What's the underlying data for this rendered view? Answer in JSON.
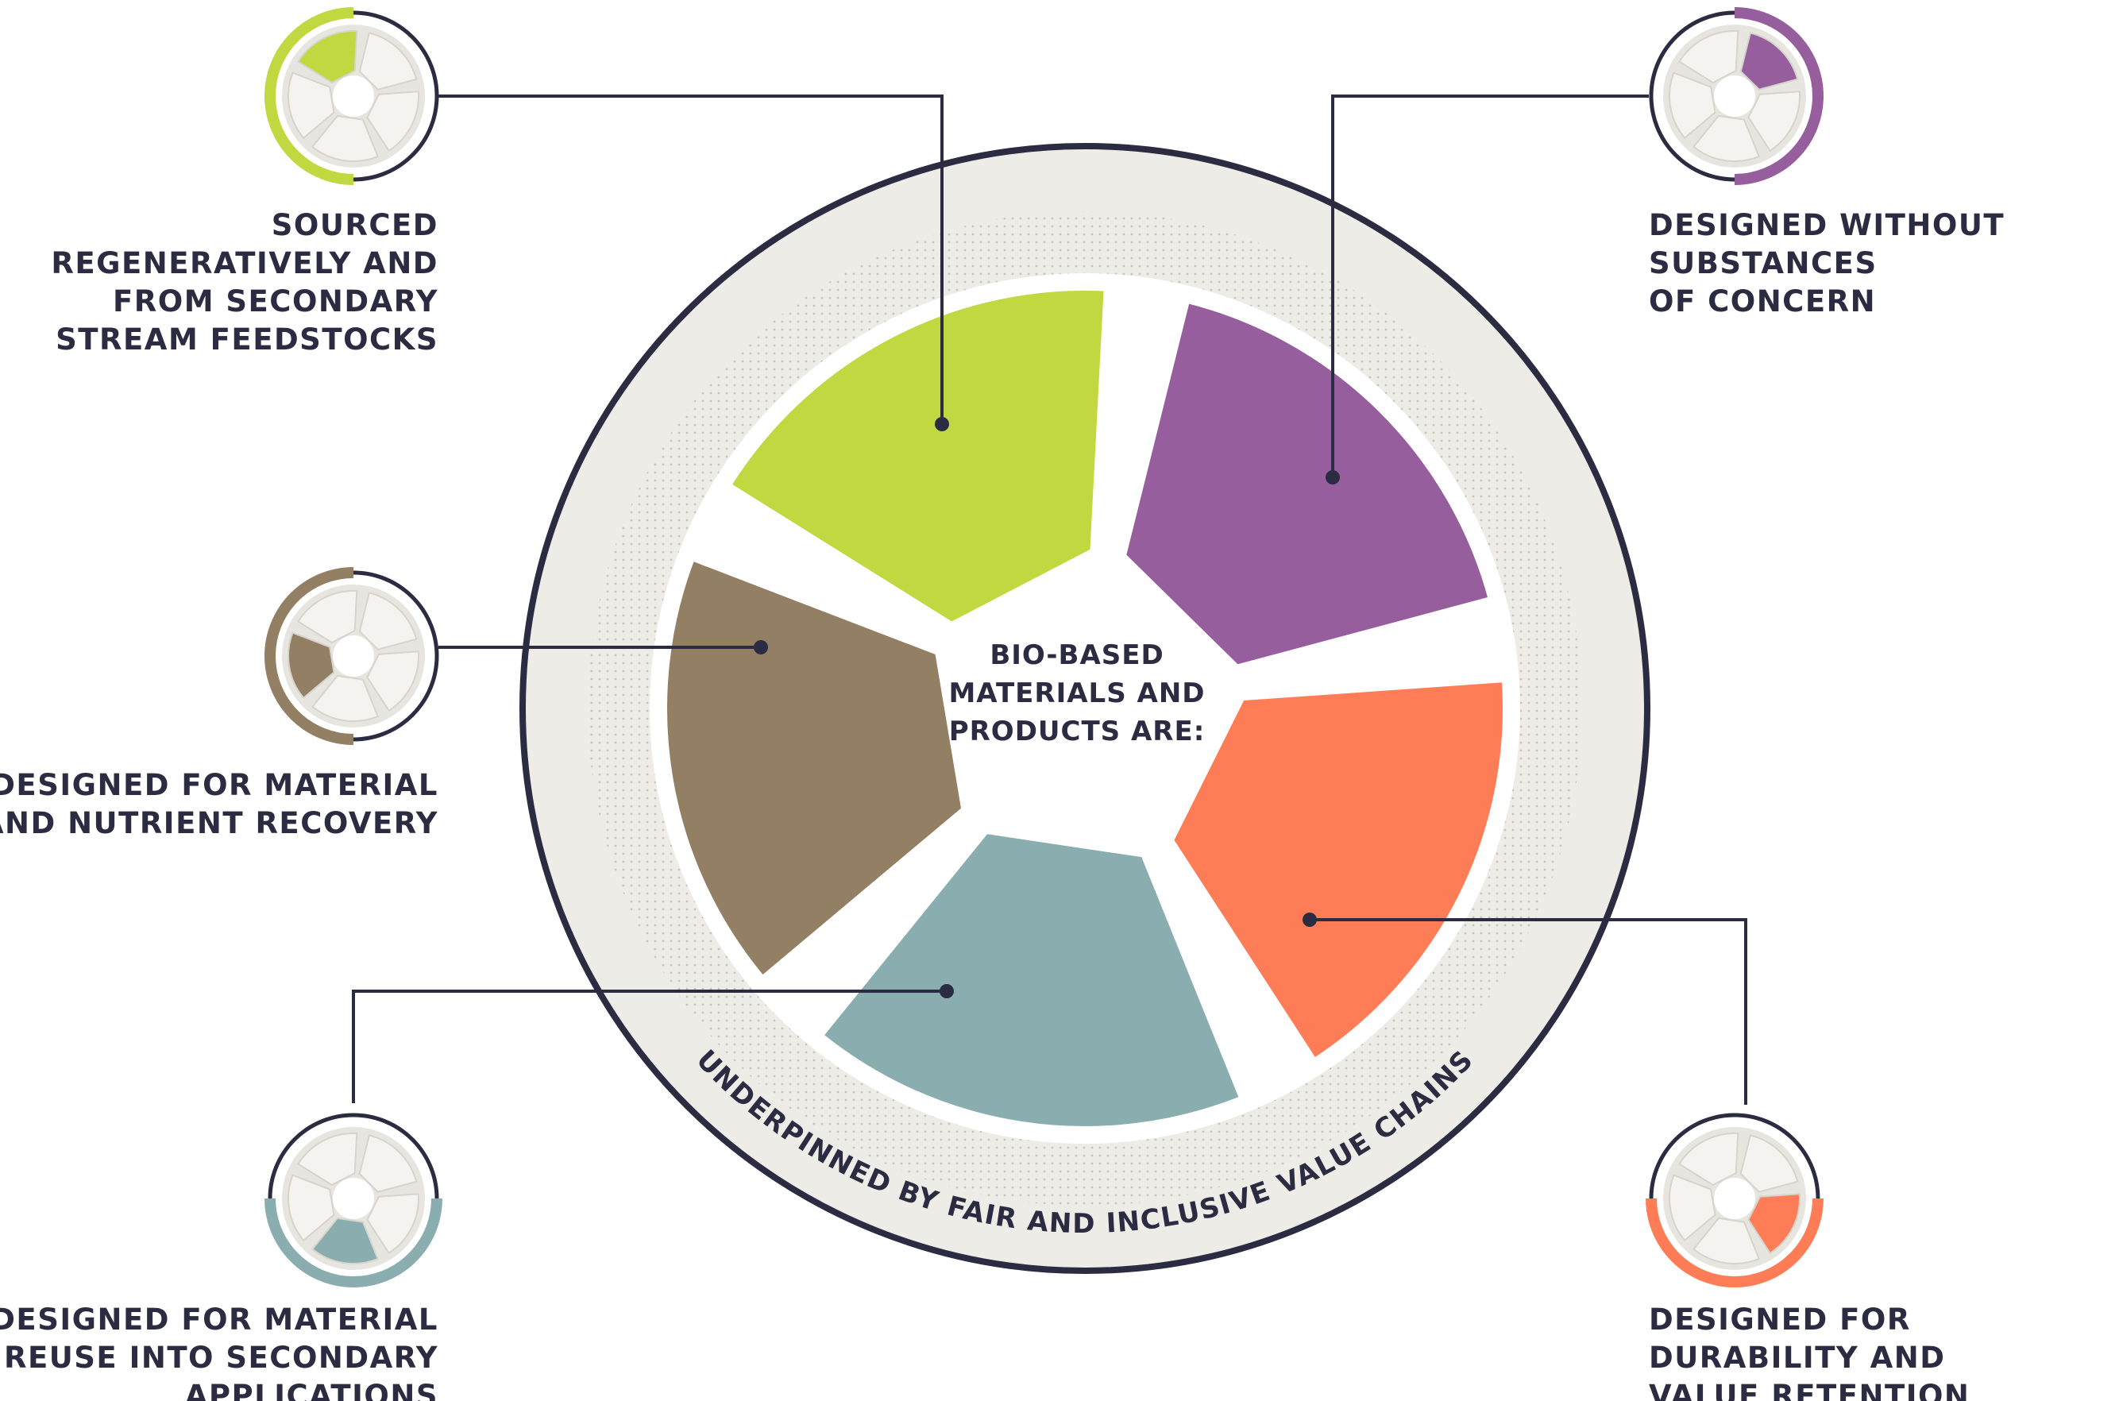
{
  "center": {
    "line1": "BIO-BASED",
    "line2": "MATERIALS AND",
    "line3": "PRODUCTS ARE:"
  },
  "ring_text": "UNDERPINNED BY FAIR AND INCLUSIVE VALUE CHAINS",
  "segments": [
    {
      "key": "regenerative",
      "color": "#c2d840",
      "lines": [
        "SOURCED",
        "REGENERATIVELY AND",
        "FROM SECONDARY",
        "STREAM FEEDSTOCKS"
      ]
    },
    {
      "key": "substances",
      "color": "#975e9e",
      "lines": [
        "DESIGNED WITHOUT",
        "SUBSTANCES",
        "OF CONCERN"
      ]
    },
    {
      "key": "durability",
      "color": "#fe7d57",
      "lines": [
        "DESIGNED FOR",
        "DURABILITY AND",
        "VALUE RETENTION"
      ]
    },
    {
      "key": "reuse",
      "color": "#8aaeaf",
      "lines": [
        "DESIGNED FOR MATERIAL",
        "REUSE INTO SECONDARY",
        "APPLICATIONS"
      ]
    },
    {
      "key": "recovery",
      "color": "#937f63",
      "lines": [
        "DESIGNED FOR MATERIAL",
        "AND NUTRIENT RECOVERY"
      ]
    }
  ],
  "colors": {
    "outline": "#2b2b42",
    "ring_fill": "#edece6",
    "icon_fill": "#e6e5df",
    "background": "#ffffff"
  }
}
